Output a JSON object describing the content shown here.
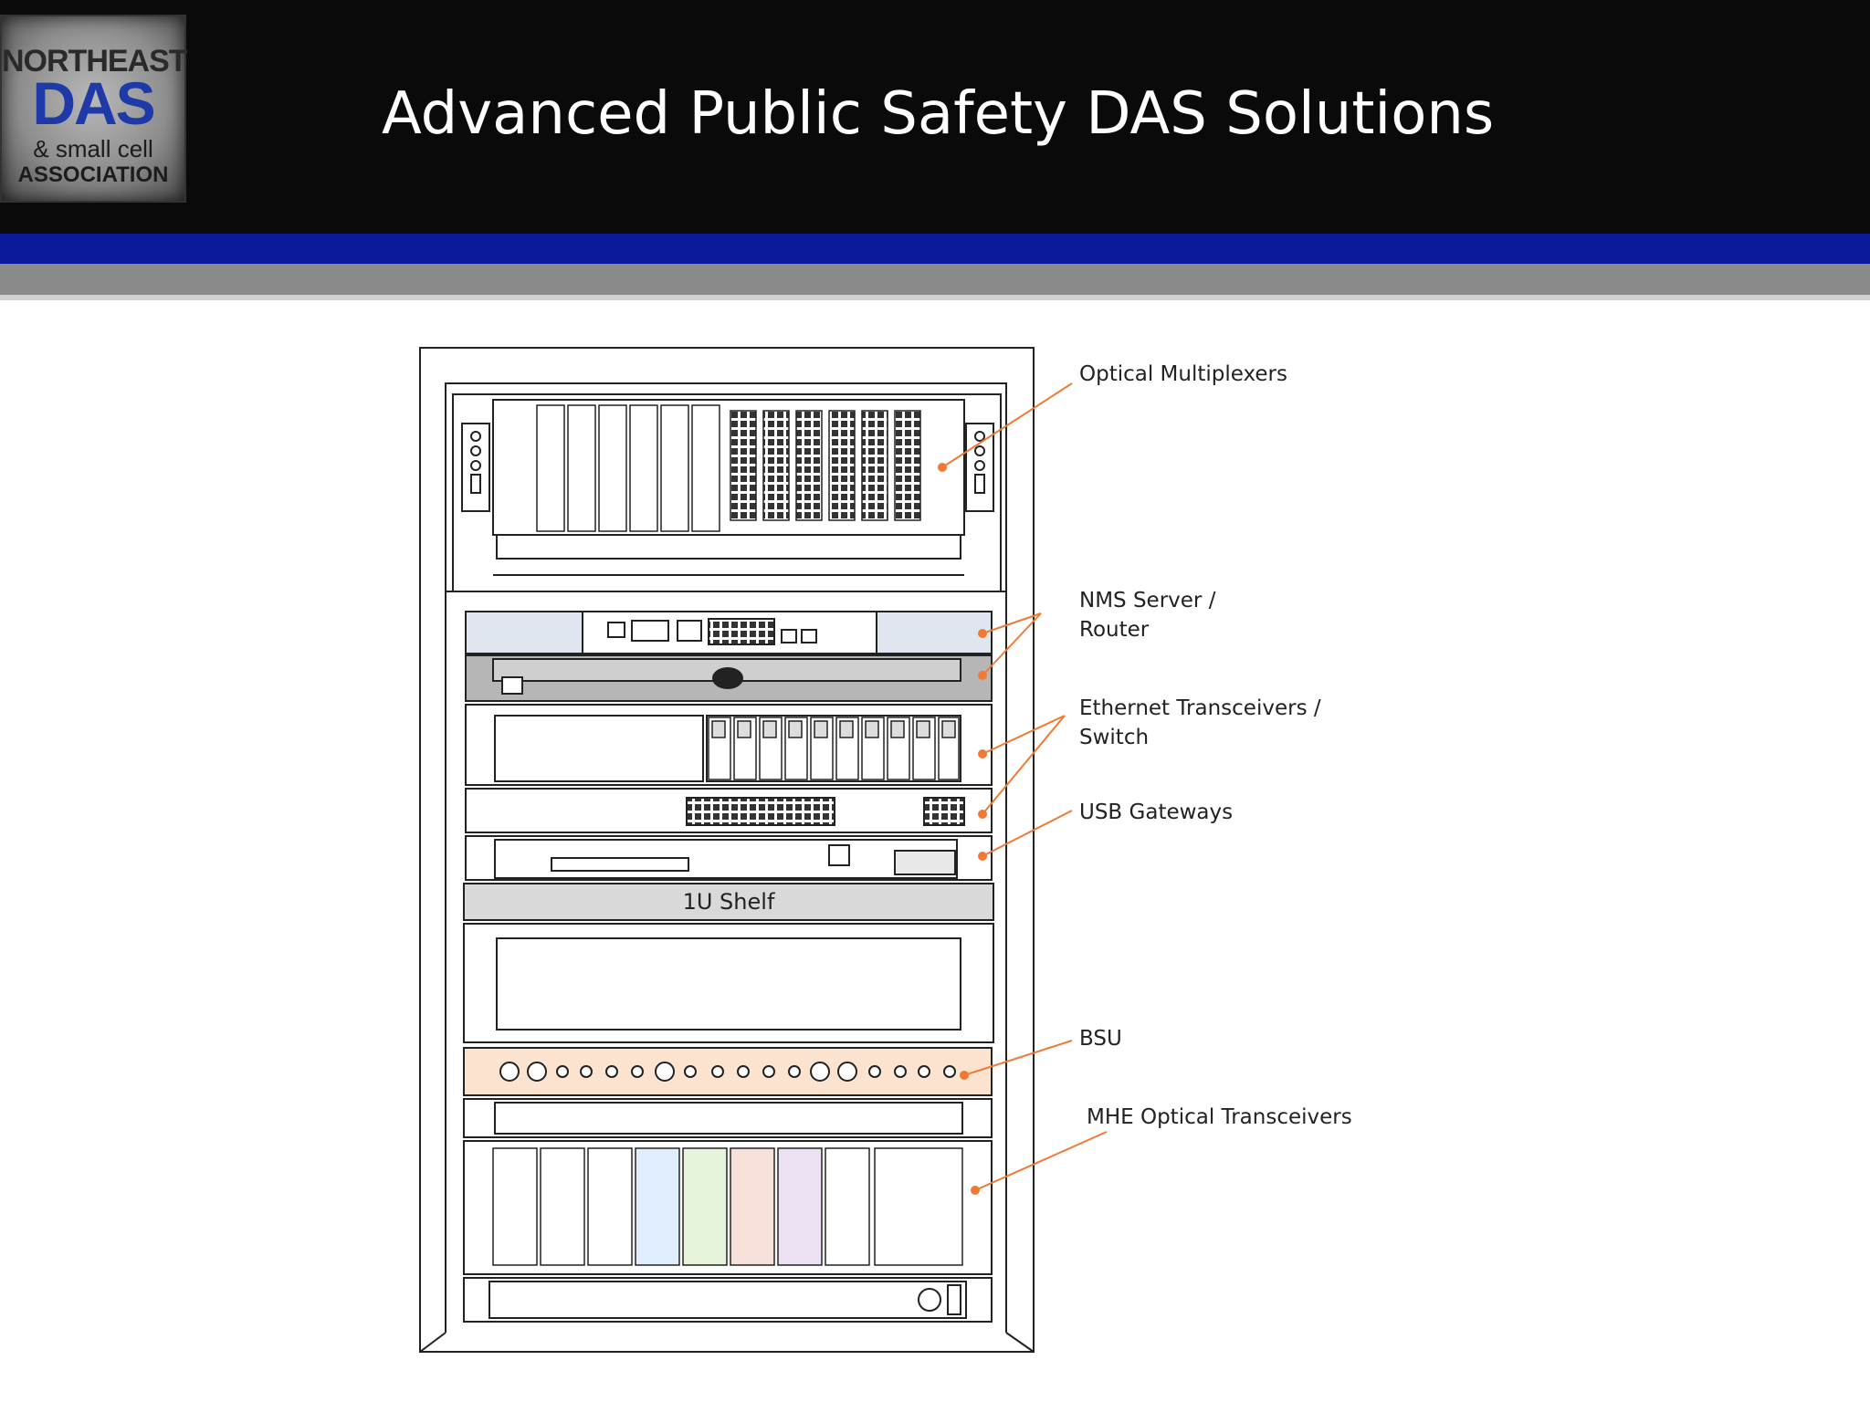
{
  "header": {
    "title": "Advanced Public Safety DAS Solutions",
    "logo": {
      "line1": "NORTHEAST",
      "line2": "DAS",
      "line3": "& small cell",
      "line4": "ASSOCIATION"
    }
  },
  "diagram": {
    "shelf_label": "1U Shelf",
    "callouts": [
      {
        "id": "optical-multiplexers",
        "lines": [
          "Optical Multiplexers"
        ]
      },
      {
        "id": "nms-server-router",
        "lines": [
          "NMS Server /",
          "Router"
        ]
      },
      {
        "id": "ethernet-transceivers",
        "lines": [
          "Ethernet Transceivers /",
          "Switch"
        ]
      },
      {
        "id": "usb-gateways",
        "lines": [
          "USB Gateways"
        ]
      },
      {
        "id": "bsu",
        "lines": [
          "BSU"
        ]
      },
      {
        "id": "mhe-optical-transceivers",
        "lines": [
          "MHE Optical Transceivers"
        ]
      }
    ]
  },
  "colors": {
    "header_bg": "#0a0a0a",
    "blue_band": "#0b1a9c",
    "gray_band": "#8a8a8a",
    "callout_line": "#f07a35",
    "bsu_fill": "#fbe3cf"
  }
}
